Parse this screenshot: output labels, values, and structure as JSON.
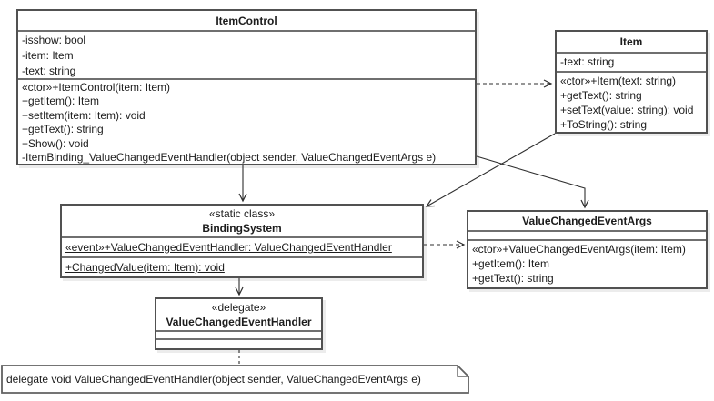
{
  "classes": {
    "itemControl": {
      "name": "ItemControl",
      "fields": [
        "-isshow: bool",
        "-item: Item",
        "-text: string"
      ],
      "methods": [
        "«ctor»+ItemControl(item: Item)",
        "+getItem(): Item",
        "+setItem(item: Item): void",
        "+getText(): string",
        "+Show(): void",
        "-ItemBinding_ValueChangedEventHandler(object sender, ValueChangedEventArgs e)"
      ]
    },
    "item": {
      "name": "Item",
      "fields": [
        "-text: string"
      ],
      "methods": [
        "«ctor»+Item(text: string)",
        "+getText(): string",
        "+setText(value: string): void",
        "+ToString(): string"
      ]
    },
    "bindingSystem": {
      "stereotype": "«static class»",
      "name": "BindingSystem",
      "events": [
        "«event»+ValueChangedEventHandler: ValueChangedEventHandler"
      ],
      "methods": [
        "+ChangedValue(item: Item): void"
      ]
    },
    "valueChangedEventArgs": {
      "name": "ValueChangedEventArgs",
      "methods": [
        "«ctor»+ValueChangedEventArgs(item: Item)",
        "+getItem(): Item",
        "+getText(): string"
      ]
    },
    "valueChangedEventHandler": {
      "stereotype": "«delegate»",
      "name": "ValueChangedEventHandler"
    }
  },
  "note": {
    "text": "delegate void ValueChangedEventHandler(object sender, ValueChangedEventArgs e)"
  },
  "colors": {
    "box_border": "#515151",
    "separator": "#6f6f6f",
    "shadow": "#ececec",
    "connector": "#2e2e2e",
    "background": "#ffffff"
  }
}
